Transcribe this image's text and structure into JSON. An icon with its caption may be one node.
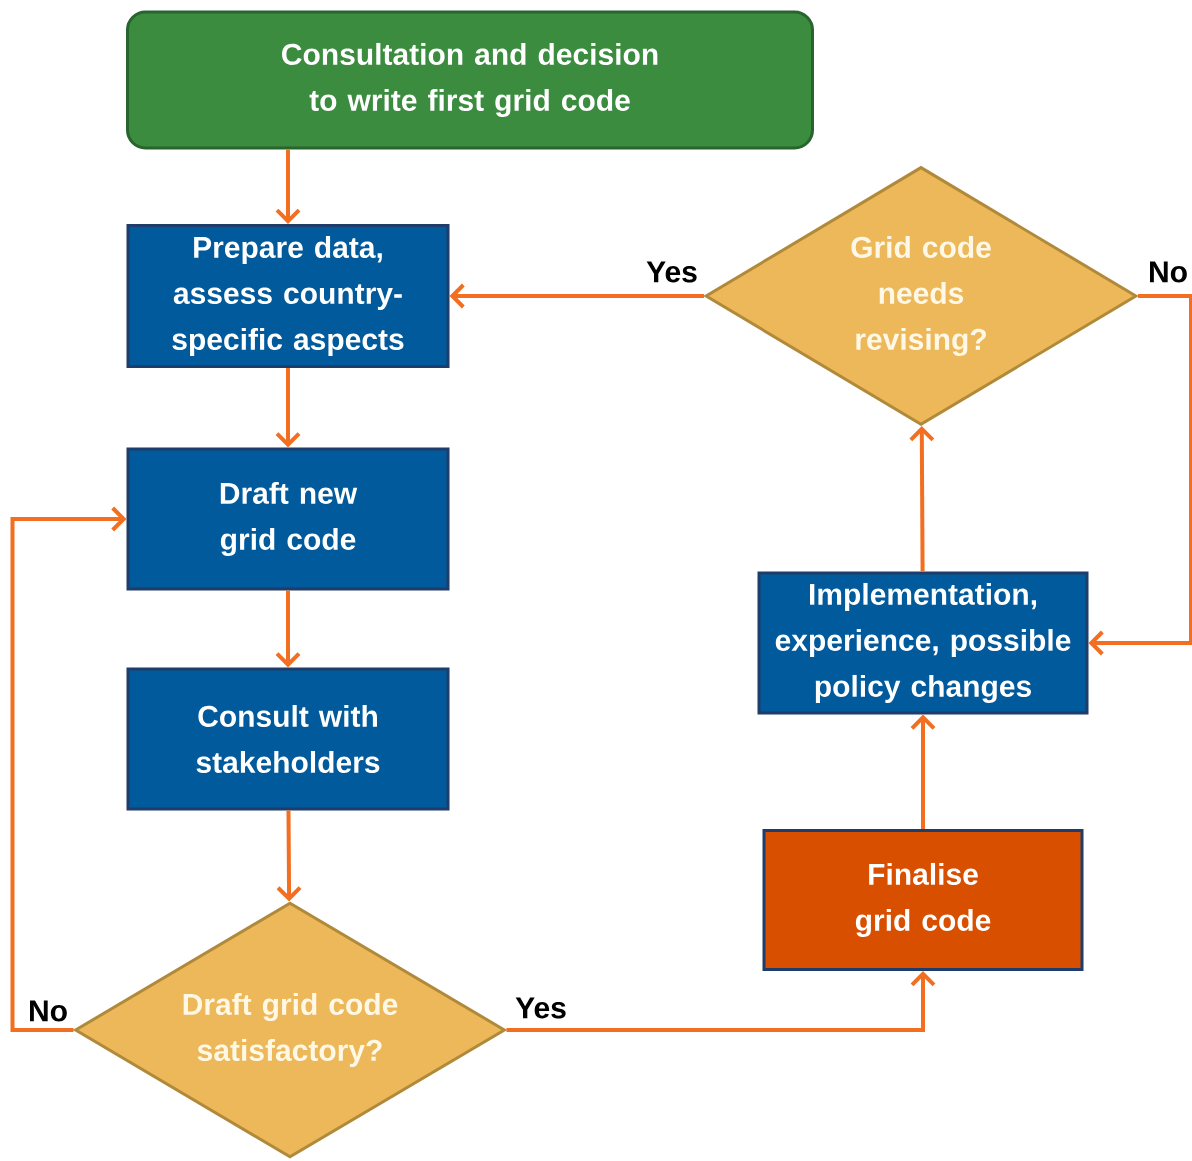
{
  "diagram": {
    "nodes": [
      {
        "text": [
          "Consultation and decision to write first grid code"
        ]
      },
      {
        "text": [
          "Prepare data, assess country-specific aspects"
        ]
      },
      {
        "text": [
          "Draft new grid code"
        ]
      },
      {
        "text": [
          "Consult with stakeholders"
        ]
      },
      {
        "text": [
          "Draft grid code satisfactory?"
        ]
      },
      {
        "text": [
          "Finalise grid code"
        ]
      },
      {
        "text": [
          "Implementation, experience, possible policy changes"
        ]
      },
      {
        "text": [
          "Grid code needs revising?"
        ]
      }
    ],
    "edges": [
      {
        "from": 0,
        "to": 1,
        "arrow": "to"
      },
      {
        "from": 1,
        "to": 2,
        "arrow": "to"
      },
      {
        "from": 2,
        "to": 3,
        "arrow": "to"
      },
      {
        "from": 3,
        "to": 4,
        "arrow": "to"
      },
      {
        "from": 4,
        "to": 2,
        "arrow": "to",
        "label": "No"
      },
      {
        "from": 4,
        "to": 5,
        "arrow": "to",
        "label": "Yes"
      },
      {
        "from": 5,
        "to": 6,
        "arrow": "to"
      },
      {
        "from": 6,
        "to": 7,
        "arrow": "to"
      },
      {
        "from": 7,
        "to": 1,
        "arrow": "to",
        "label": "Yes"
      },
      {
        "from": 7,
        "to": 6,
        "arrow": "to",
        "label": "No"
      }
    ]
  }
}
